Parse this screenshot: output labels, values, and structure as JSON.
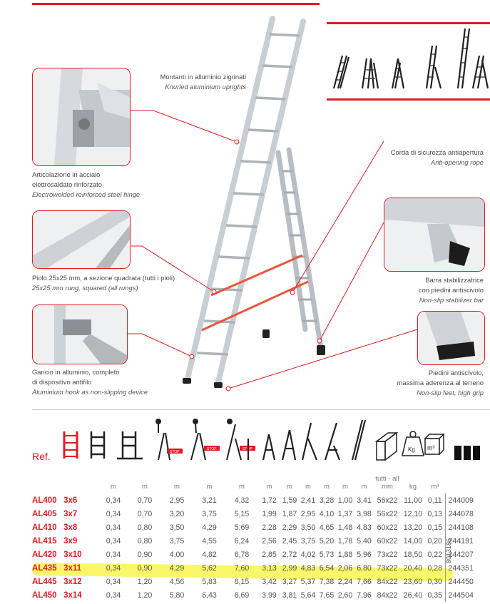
{
  "callouts": {
    "uprights": {
      "it_label": "Montanti in alluminio zigrinati",
      "en_label": "Knurled aluminium uprights"
    },
    "hinge": {
      "it_label_1": "Articolazione in acciaio",
      "it_label_2": "elettrosaldato rinforzato",
      "en_label": "Electrowelded reinforced steel hinge"
    },
    "rope": {
      "it_label": "Corda di sicurezza antiapertura",
      "en_label": "Anti-opening rope"
    },
    "rung": {
      "it_label": "Piolo 25x25 mm, a sezione quadrata (tutti i pioli)",
      "en_label": "25x25 mm rung, squared (all rungs)"
    },
    "stabilizer": {
      "it_label_1": "Barra stabilizzatrice",
      "it_label_2": "con piedini antiscivolo",
      "en_label": "Non-slip stabilizer bar"
    },
    "hook": {
      "it_label_1": "Gancio in alluminio, completo",
      "it_label_2": "di dispositivo antifilo",
      "en_label": "Aluminium hook as non-slipping device"
    },
    "feet": {
      "it_label_1": "Piedini antiscivolo,",
      "it_label_2": "massima aderenza al terreno",
      "en_label": "Non-slip feet, high grip"
    }
  },
  "table": {
    "ref_label": "Ref.",
    "stop_label": "STOP",
    "weight_icon_label": "Kg",
    "volume_icon_label": "m³",
    "units": [
      "m",
      "m",
      "m",
      "m",
      "m",
      "m",
      "m",
      "m",
      "m",
      "m",
      "m",
      "tutti - all mm",
      "kg",
      "m³"
    ],
    "rows": [
      {
        "model": "AL400",
        "size": "3x6",
        "cells": [
          "0,34",
          "0,70",
          "2,95",
          "3,21",
          "4,32",
          "1,72",
          "1,59",
          "2,41",
          "3,28",
          "1,00",
          "3,41",
          "56x22",
          "11,00",
          "0,11"
        ],
        "code": "244009"
      },
      {
        "model": "AL405",
        "size": "3x7",
        "cells": [
          "0,34",
          "0,70",
          "3,20",
          "3,75",
          "5,15",
          "1,99",
          "1,87",
          "2,95",
          "4,10",
          "1,37",
          "3,98",
          "56x22",
          "12,10",
          "0,13"
        ],
        "code": "244078"
      },
      {
        "model": "AL410",
        "size": "3x8",
        "cells": [
          "0,34",
          "0,80",
          "3,50",
          "4,29",
          "5,69",
          "2,28",
          "2,29",
          "3,50",
          "4,65",
          "1,48",
          "4,83",
          "60x22",
          "13,20",
          "0,15"
        ],
        "code": "244108"
      },
      {
        "model": "AL415",
        "size": "3x9",
        "cells": [
          "0,34",
          "0,80",
          "3,75",
          "4,55",
          "6,24",
          "2,56",
          "2,45",
          "3,75",
          "5,20",
          "1,78",
          "5,40",
          "60x22",
          "14,00",
          "0,20"
        ],
        "code": "244191"
      },
      {
        "model": "AL420",
        "size": "3x10",
        "cells": [
          "0,34",
          "0,90",
          "4,00",
          "4,82",
          "6,78",
          "2,85",
          "2,72",
          "4,02",
          "5,73",
          "1,88",
          "5,96",
          "73x22",
          "18,50",
          "0,22"
        ],
        "code": "244207"
      },
      {
        "model": "AL435",
        "size": "3x11",
        "cells": [
          "0,34",
          "0,90",
          "4,29",
          "5,62",
          "7,60",
          "3,13",
          "2,99",
          "4,83",
          "6,54",
          "2,06",
          "6,80",
          "73x22",
          "20,40",
          "0,28"
        ],
        "code": "244351"
      },
      {
        "model": "AL445",
        "size": "3x12",
        "cells": [
          "0,34",
          "1,20",
          "4,56",
          "5,83",
          "8,15",
          "3,42",
          "3,27",
          "5,37",
          "7,38",
          "2,24",
          "7,66",
          "84x22",
          "23,60",
          "0,30"
        ],
        "code": "244450"
      },
      {
        "model": "AL450",
        "size": "3x14",
        "cells": [
          "0,34",
          "1,20",
          "5,80",
          "6,43",
          "8,69",
          "3,99",
          "3,81",
          "5,64",
          "7,65",
          "2,60",
          "7,96",
          "84x22",
          "26,40",
          "0,35"
        ],
        "code": "244504"
      }
    ],
    "vertical_code": "8013186"
  },
  "colors": {
    "accent": "#e11b22",
    "aluminium": "#c9ced3",
    "highlight": "#f7f32a"
  }
}
